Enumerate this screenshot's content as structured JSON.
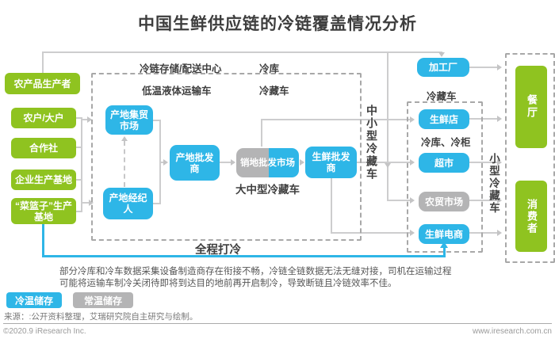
{
  "title": "中国生鲜供应链的冷链覆盖情况分析",
  "colors": {
    "green": "#8fc320",
    "cyan": "#2eb6e7",
    "gray": "#b4b4b5"
  },
  "producers": {
    "items": [
      "农产品生产者",
      "农户/大户",
      "合作社",
      "企业生产基地",
      "“菜篮子”生产基地"
    ]
  },
  "origin": {
    "region_label": "冷链存储/配送中心",
    "cold_storage_label": "冷库",
    "liquid_truck_label": "低温液体运输车",
    "reefer_truck_label": "冷藏车",
    "market": "产地集贸市场",
    "broker": "产地经纪人",
    "wholesaler": "产地批发商",
    "dest_market": "销地批发市场",
    "fresh_wholesaler": "生鲜批发商",
    "truck_label": "大中型冷藏车"
  },
  "corridor": {
    "mid_small_truck": "中小型冷藏车",
    "small_truck": "小型冷藏车"
  },
  "processing_plant": "加工厂",
  "retail": {
    "reefer_label": "冷藏车",
    "cold_cabinet_label": "冷库、冷柜",
    "items": [
      "生鲜店",
      "超市",
      "农贸市场",
      "生鲜电商"
    ]
  },
  "consumers": {
    "restaurant": "餐厅",
    "consumer": "消费者"
  },
  "full_cold_label": "全程打冷",
  "note": {
    "line1": "部分冷库和冷车数据采集设备制造商存在衔接不畅，冷链全链数据无法无缝对接，司机在运输过程",
    "line2": "可能将运输车制冷关闭待即将到达目的地前再开启制冷，导致断链且冷链效率不佳。"
  },
  "legend": {
    "cold": "冷温储存",
    "normal": "常温储存"
  },
  "footer": {
    "source": "来源：:公开资料整理，艾瑞研究院自主研究与绘制。",
    "copyright": "©2020.9 iResearch Inc.",
    "website": "www.iresearch.com.cn"
  }
}
